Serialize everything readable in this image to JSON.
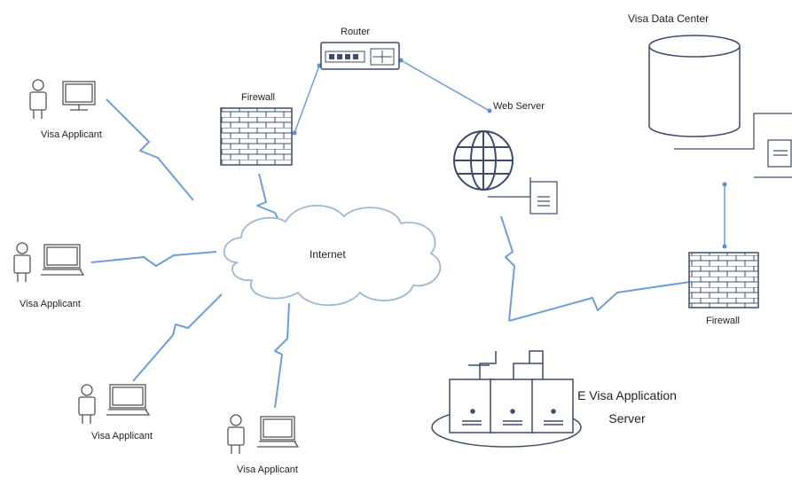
{
  "labels": {
    "router": "Router",
    "firewall_top": "Firewall",
    "web_server": "Web Server",
    "data_center": "Visa Data Center",
    "internet": "Internet",
    "firewall_right": "Firewall",
    "app_server": "E Visa Application Server",
    "applicant_1": "Visa Applicant",
    "applicant_2": "Visa Applicant",
    "applicant_3": "Visa Applicant",
    "applicant_4": "Visa Applicant"
  },
  "colors": {
    "line": "#6f9ed2",
    "dark": "#3c4c6a",
    "gray": "#555555",
    "link": "#9db3cf"
  }
}
